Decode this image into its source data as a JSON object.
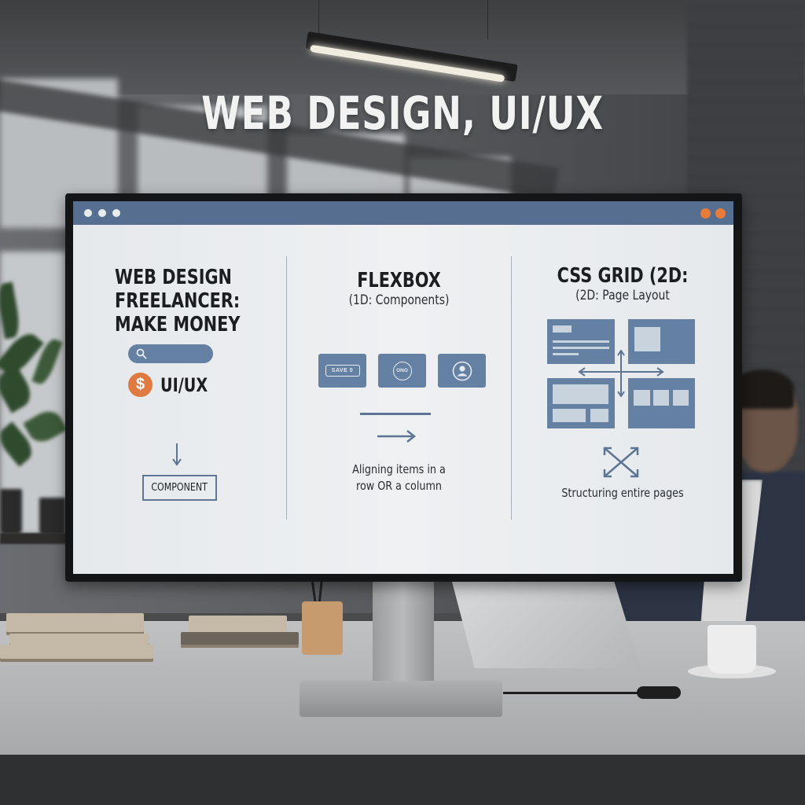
{
  "headline": "WEB DESIGN, UI/UX",
  "window": {
    "left_dots": [
      "dot-1",
      "dot-2",
      "dot-3"
    ],
    "right_dots": [
      "dot-orange-1",
      "dot-orange-2"
    ],
    "colors": {
      "titlebar": "#566f91",
      "accent_blue": "#6481a3",
      "accent_orange": "#e87b3a",
      "screen_bg": "#e9ecef",
      "text_dark": "#1b1d20"
    }
  },
  "columns": {
    "freelancer": {
      "title_lines": [
        "WEB DESIGN",
        "FREELANCER:",
        "MAKE MONEY"
      ],
      "search_icon": "search-icon",
      "dollar_symbol": "$",
      "money_label": "UI/UX",
      "arrow": "arrow-down-icon",
      "component_label": "COMPONENT"
    },
    "flexbox": {
      "title": "FLEXBOX",
      "subtitle": "(1D: Components)",
      "cards": [
        {
          "type": "button",
          "text": "SAVE 0"
        },
        {
          "type": "circle",
          "text": "ONO"
        },
        {
          "type": "avatar",
          "text": ""
        }
      ],
      "arrow": "arrow-right-icon",
      "caption_lines": [
        "Aligning items in a",
        "row OR a column"
      ]
    },
    "grid": {
      "title": "CSS GRID (2D:",
      "subtitle": "(2D: Page Layout",
      "tiles": [
        "text-layout",
        "image-layout",
        "split-layout",
        "three-box-layout"
      ],
      "arrows": "arrows-cross-icon",
      "expand_icon": "expand-diagonal-icon",
      "caption": "Structuring entire pages"
    }
  }
}
